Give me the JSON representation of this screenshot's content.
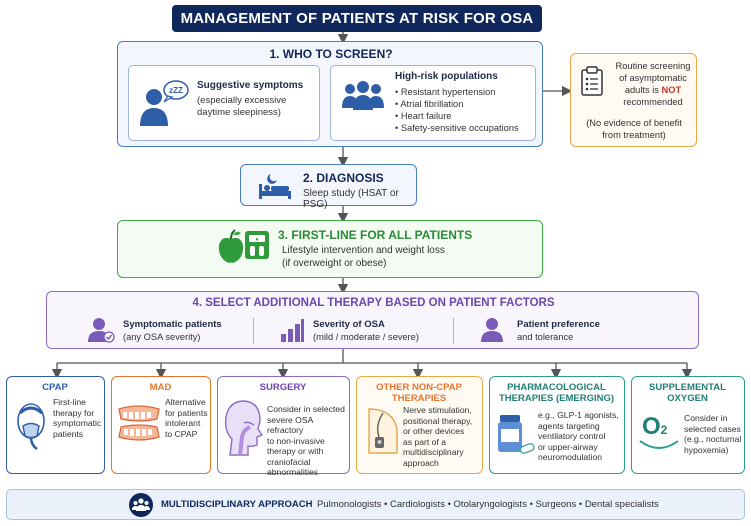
{
  "title": "MANAGEMENT OF PATIENTS AT RISK FOR OSA",
  "step1": {
    "heading": "1. WHO TO SCREEN?",
    "symptoms_title": "Suggestive symptoms",
    "symptoms_text_1": "(especially excessive",
    "symptoms_text_2": "daytime sleepiness)",
    "zzz": "zZZ",
    "populations_title": "High-risk populations",
    "populations": [
      "Resistant hypertension",
      "Atrial fibrillation",
      "Heart failure",
      "Safety-sensitive occupations"
    ]
  },
  "note": {
    "line1": "Routine screening",
    "line2": "of asymptomatic",
    "line3_pre": "adults is ",
    "line3_not": "NOT",
    "line4": "recommended",
    "sub1": "(No evidence of benefit",
    "sub2": "from treatment)"
  },
  "step2": {
    "heading": "2. DIAGNOSIS",
    "text": "Sleep study (HSAT or PSG)"
  },
  "step3": {
    "heading": "3. FIRST-LINE FOR ALL PATIENTS",
    "text1": "Lifestyle intervention and weight loss",
    "text2": "(if overweight or obese)"
  },
  "step4": {
    "heading": "4. SELECT ADDITIONAL THERAPY BASED ON PATIENT FACTORS",
    "factors": [
      {
        "title": "Symptomatic patients",
        "sub": "(any OSA severity)"
      },
      {
        "title": "Severity of OSA",
        "sub": "(mild / moderate / severe)"
      },
      {
        "title": "Patient preference",
        "sub": "and tolerance"
      }
    ]
  },
  "therapies": {
    "cpap": {
      "title": "CPAP",
      "lines": [
        "First-line",
        "therapy for",
        "symptomatic",
        "patients"
      ]
    },
    "mad": {
      "title": "MAD",
      "lines": [
        "Alternative",
        "for patients",
        "intolerant",
        "to CPAP"
      ]
    },
    "surgery": {
      "title": "SURGERY",
      "lines": [
        "Consider in selected",
        "severe OSA refractory",
        "to non-invasive",
        "therapy or with",
        "craniofacial",
        "abnormalities"
      ]
    },
    "other": {
      "title1": "OTHER NON-CPAP",
      "title2": "THERAPIES",
      "lines": [
        "Nerve stimulation,",
        "positional therapy,",
        "or other devices",
        "as part of a",
        "multidisciplinary",
        "approach"
      ]
    },
    "pharma": {
      "title1": "PHARMACOLOGICAL",
      "title2": "THERAPIES (EMERGING)",
      "lines": [
        "e.g., GLP-1 agonists,",
        "agents targeting",
        "ventilatory control",
        "or upper-airway",
        "neuromodulation"
      ]
    },
    "oxygen": {
      "title1": "SUPPLEMENTAL",
      "title2": "OXYGEN",
      "symbol": "O",
      "subscript": "2",
      "lines": [
        "Consider in",
        "selected cases",
        "(e.g., nocturnal",
        "hypoxemia)"
      ]
    }
  },
  "bottom": {
    "title": "MULTIDISCIPLINARY APPROACH",
    "text": "Pulmonologists • Cardiologists • Otolaryngologists • Surgeons • Dental specialists"
  },
  "colors": {
    "navy": "#10275c",
    "blue": "#4a7cc0",
    "green": "#3aaa49",
    "purple": "#8c6bc5",
    "orange": "#e8742c",
    "amber": "#e8a84a",
    "teal": "#2a9d8f"
  },
  "icons": [
    "sleeping-person-icon",
    "group-icon",
    "clipboard-icon",
    "bed-moon-icon",
    "apple-icon",
    "scale-icon",
    "person-check-icon",
    "bar-chart-icon",
    "person-icon",
    "cpap-mask-icon",
    "dental-device-icon",
    "airway-head-icon",
    "nerve-stimulator-icon",
    "pill-bottle-icon",
    "oxygen-cannula-icon",
    "team-icon"
  ]
}
